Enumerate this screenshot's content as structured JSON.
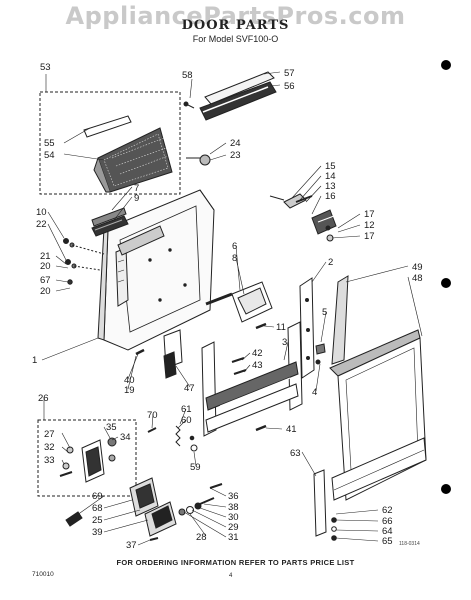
{
  "watermark": "AppliancePartsPros.com",
  "title": "DOOR PARTS",
  "subtitle": "For Model SVF100-O",
  "footer": "FOR ORDERING INFORMATION REFER TO PARTS PRICE LIST",
  "doc_code": "710010",
  "page_number": "4",
  "drawing_code": "118-0314",
  "callouts": [
    {
      "id": "c53",
      "text": "53"
    },
    {
      "id": "c58",
      "text": "58"
    },
    {
      "id": "c57",
      "text": "57"
    },
    {
      "id": "c56",
      "text": "56"
    },
    {
      "id": "c55",
      "text": "55"
    },
    {
      "id": "c54",
      "text": "54"
    },
    {
      "id": "c24",
      "text": "24"
    },
    {
      "id": "c23",
      "text": "23"
    },
    {
      "id": "c7",
      "text": "7"
    },
    {
      "id": "c9",
      "text": "9"
    },
    {
      "id": "c15",
      "text": "15"
    },
    {
      "id": "c14",
      "text": "14"
    },
    {
      "id": "c13",
      "text": "13"
    },
    {
      "id": "c16",
      "text": "16"
    },
    {
      "id": "c10",
      "text": "10"
    },
    {
      "id": "c22",
      "text": "22"
    },
    {
      "id": "c17a",
      "text": "17"
    },
    {
      "id": "c12",
      "text": "12"
    },
    {
      "id": "c17b",
      "text": "17"
    },
    {
      "id": "c21",
      "text": "21"
    },
    {
      "id": "c20a",
      "text": "20"
    },
    {
      "id": "c67",
      "text": "67"
    },
    {
      "id": "c20b",
      "text": "20"
    },
    {
      "id": "c6",
      "text": "6"
    },
    {
      "id": "c8",
      "text": "8"
    },
    {
      "id": "c2",
      "text": "2"
    },
    {
      "id": "c49",
      "text": "49"
    },
    {
      "id": "c48",
      "text": "48"
    },
    {
      "id": "c5",
      "text": "5"
    },
    {
      "id": "c11",
      "text": "11"
    },
    {
      "id": "c3",
      "text": "3"
    },
    {
      "id": "c4",
      "text": "4"
    },
    {
      "id": "c1",
      "text": "1"
    },
    {
      "id": "c42",
      "text": "42"
    },
    {
      "id": "c43",
      "text": "43"
    },
    {
      "id": "c40",
      "text": "40"
    },
    {
      "id": "c19",
      "text": "19"
    },
    {
      "id": "c47",
      "text": "47"
    },
    {
      "id": "c26",
      "text": "26"
    },
    {
      "id": "c70",
      "text": "70"
    },
    {
      "id": "c61",
      "text": "61"
    },
    {
      "id": "c60",
      "text": "60"
    },
    {
      "id": "c41",
      "text": "41"
    },
    {
      "id": "c27",
      "text": "27"
    },
    {
      "id": "c35",
      "text": "35"
    },
    {
      "id": "c32",
      "text": "32"
    },
    {
      "id": "c34",
      "text": "34"
    },
    {
      "id": "c33",
      "text": "33"
    },
    {
      "id": "c59",
      "text": "59"
    },
    {
      "id": "c63",
      "text": "63"
    },
    {
      "id": "c69",
      "text": "69"
    },
    {
      "id": "c68",
      "text": "68"
    },
    {
      "id": "c25",
      "text": "25"
    },
    {
      "id": "c39",
      "text": "39"
    },
    {
      "id": "c36",
      "text": "36"
    },
    {
      "id": "c38",
      "text": "38"
    },
    {
      "id": "c30",
      "text": "30"
    },
    {
      "id": "c29",
      "text": "29"
    },
    {
      "id": "c31",
      "text": "31"
    },
    {
      "id": "c28",
      "text": "28"
    },
    {
      "id": "c37",
      "text": "37"
    },
    {
      "id": "c62",
      "text": "62"
    },
    {
      "id": "c66",
      "text": "66"
    },
    {
      "id": "c64",
      "text": "64"
    },
    {
      "id": "c65",
      "text": "65"
    }
  ]
}
